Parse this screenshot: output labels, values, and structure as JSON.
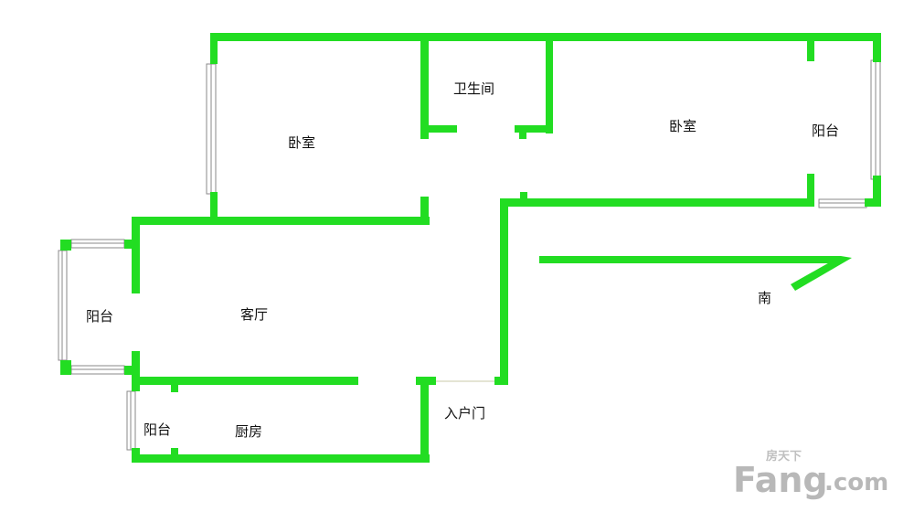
{
  "plan": {
    "labels": {
      "bedroom_left": "卧室",
      "bathroom": "卫生间",
      "bedroom_right": "卧室",
      "balcony_right": "阳台",
      "balcony_left": "阳台",
      "living_room": "客厅",
      "balcony_kitchen": "阳台",
      "kitchen": "厨房",
      "entrance_door": "入户门",
      "south": "南"
    },
    "colors": {
      "wall": "#22dd22",
      "background": "#ffffff"
    }
  },
  "watermark": {
    "brand_small": "房天下",
    "brand_main": "Fang",
    "brand_suffix": ".com"
  }
}
